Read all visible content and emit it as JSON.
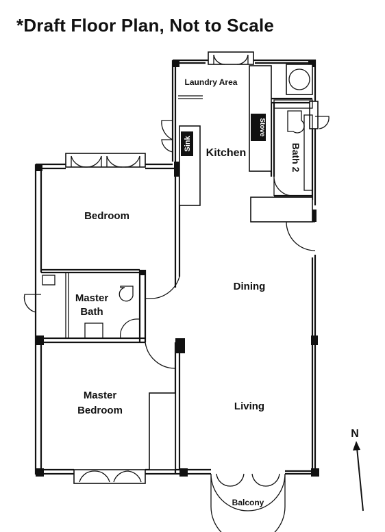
{
  "title": "*Draft Floor Plan, Not to Scale",
  "rooms": {
    "laundry": "Laundry Area",
    "kitchen": "Kitchen",
    "bedroom": "Bedroom",
    "dining": "Dining",
    "bath2": "Bath 2",
    "master_bath_line1": "Master",
    "master_bath_line2": "Bath",
    "master_bedroom_line1": "Master",
    "master_bedroom_line2": "Bedroom",
    "living": "Living",
    "balcony": "Balcony"
  },
  "fixtures": {
    "sink": "Sink",
    "stove": "Stove"
  },
  "compass": {
    "label": "N"
  }
}
